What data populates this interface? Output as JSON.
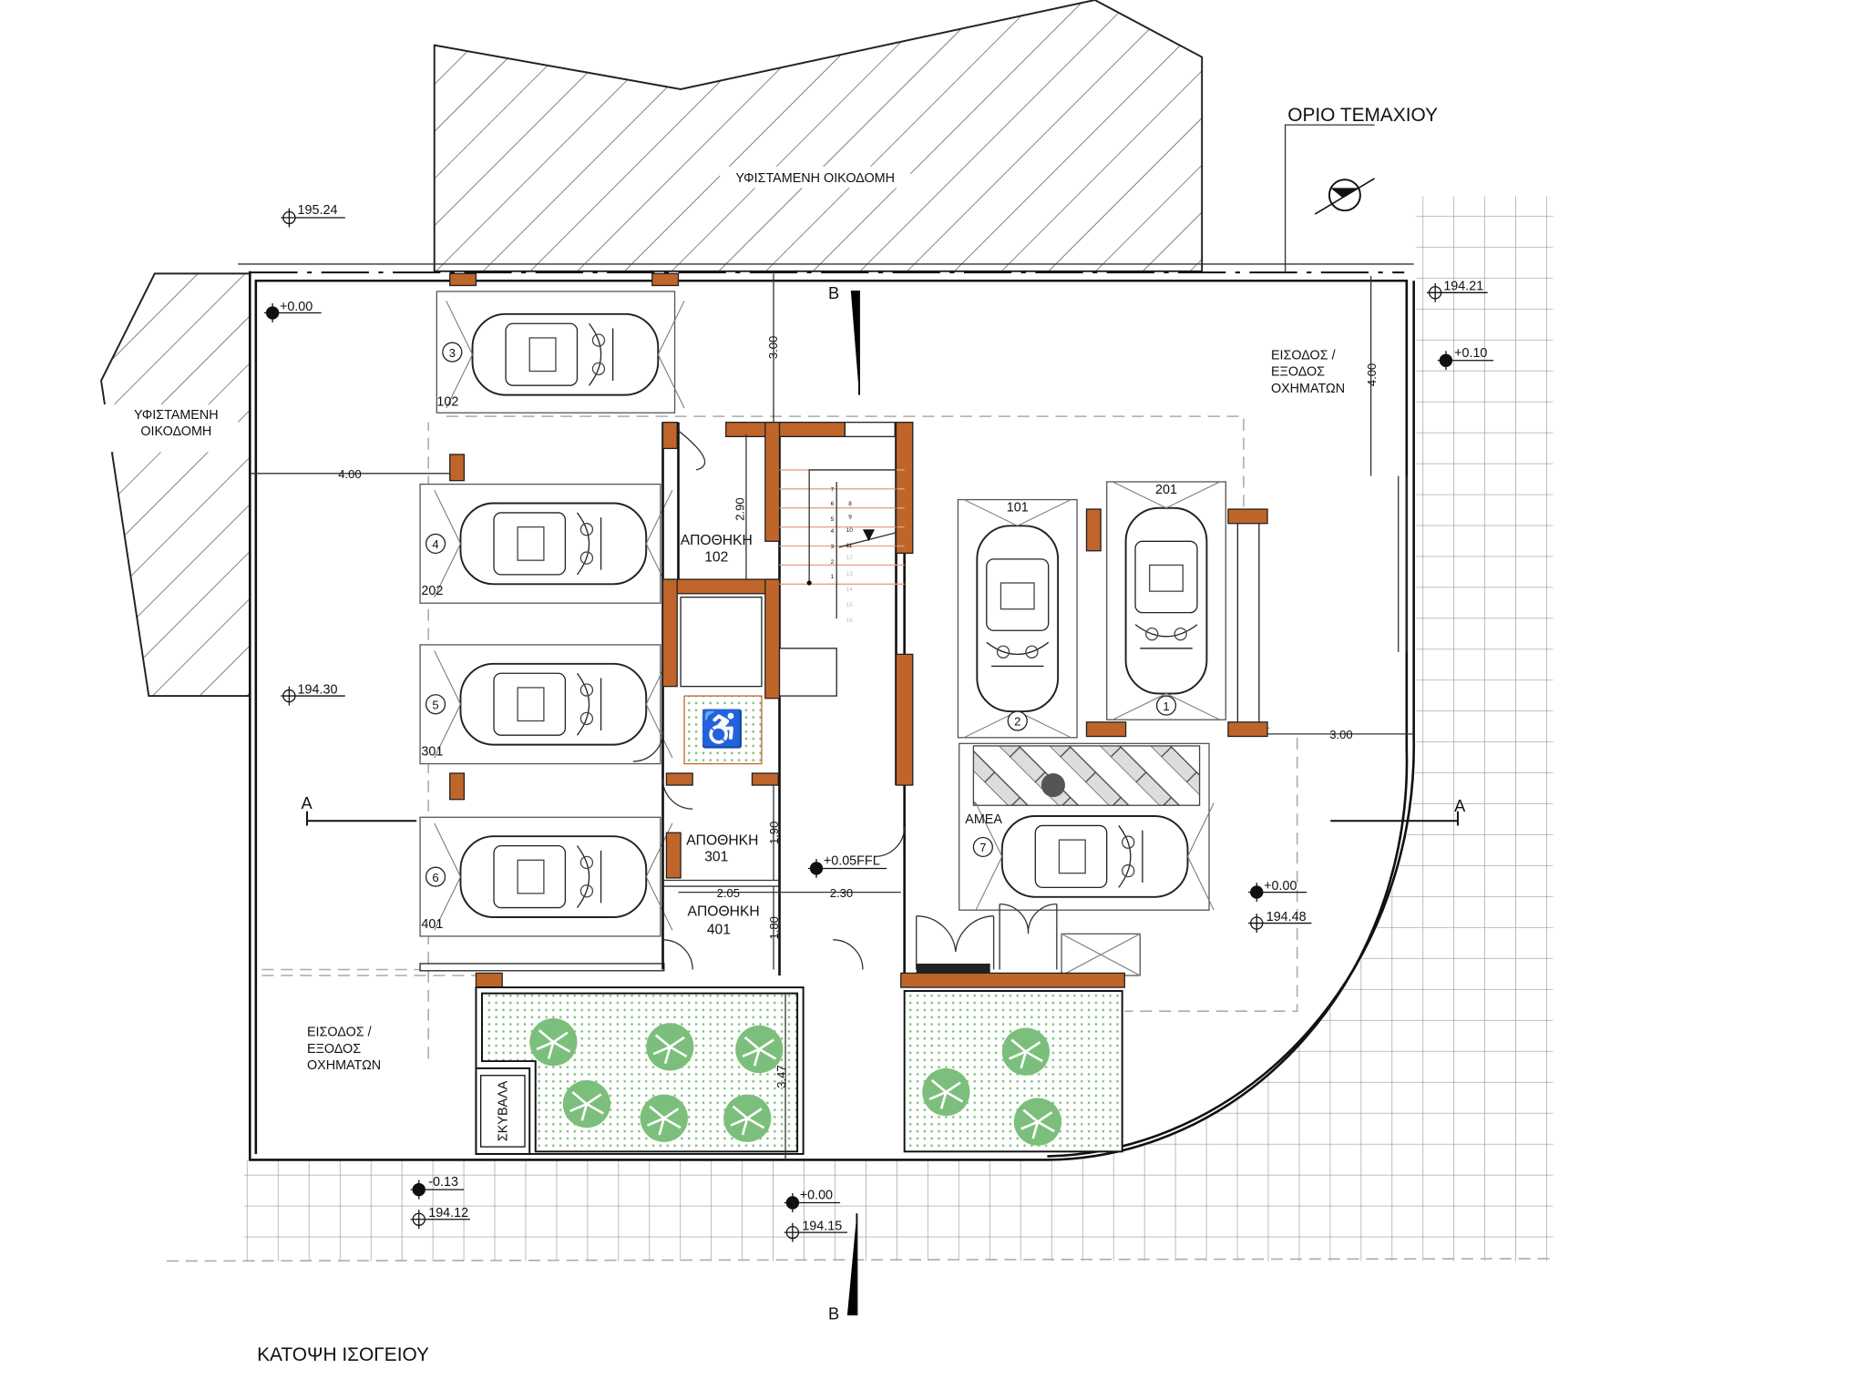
{
  "drawing": {
    "title": "ΚΑΤΟΨΗ ΙΣΟΓΕΙΟΥ",
    "plot_boundary_label": "ΟΡΙΟ ΤΕΜΑΧΙΟΥ",
    "existing_building_top": "ΥΦΙΣΤΑΜΕΝΗ ΟΙΚΟΔΟΜΗ",
    "existing_building_left": [
      "ΥΦΙΣΤΑΜΕΝΗ",
      "ΟΙΚΟΔΟΜΗ"
    ],
    "vehicle_entrance_right": [
      "ΕΙΣΟΔΟΣ /",
      "ΕΞΟΔΟΣ",
      "ΟΧΗΜΑΤΩΝ"
    ],
    "vehicle_entrance_bottom": [
      "ΕΙΣΟΔΟΣ /",
      "ΕΞΟΔΟΣ",
      "ΟΧΗΜΑΤΩΝ"
    ],
    "rubbish_label": "ΣΚΥΒΑΛΑ",
    "disabled_parking_label": "ΑΜΕΑ"
  },
  "rooms": [
    {
      "name": "ΑΠΟΘΗΚΗ",
      "number": "102"
    },
    {
      "name": "ΑΠΟΘΗΚΗ",
      "number": "301"
    },
    {
      "name": "ΑΠΟΘΗΚΗ",
      "number": "401"
    }
  ],
  "parking": [
    {
      "space": "3",
      "unit": "102"
    },
    {
      "space": "4",
      "unit": "202"
    },
    {
      "space": "5",
      "unit": "301"
    },
    {
      "space": "6",
      "unit": "401"
    },
    {
      "space": "2",
      "unit": "101"
    },
    {
      "space": "1",
      "unit": "201"
    },
    {
      "space": "7",
      "unit": ""
    }
  ],
  "levels": {
    "l1": "195.24",
    "l2": "+0.00",
    "l3": "194.21",
    "l4": "+0.10",
    "l5": "194.30",
    "l6": "+0.05FFL",
    "l7": "+0.00",
    "l8": "194.48",
    "l9": "-0.13",
    "l10": "194.12",
    "l11": "+0.00",
    "l12": "194.15"
  },
  "dimensions": {
    "d1": "3.00",
    "d2": "4.00",
    "d3": "4.00",
    "d4": "2.90",
    "d5": "1.90",
    "d6": "2.05",
    "d7": "2.30",
    "d8": "1.80",
    "d9": "3.00",
    "d10": "3.47"
  },
  "section_marks": {
    "a": "A",
    "b": "B"
  },
  "stairs": {
    "flight1": [
      "1",
      "2",
      "3",
      "4",
      "5",
      "6",
      "7"
    ],
    "flight2": [
      "8",
      "9",
      "10",
      "11"
    ],
    "flight2_below": [
      "12",
      "13",
      "14",
      "15",
      "16"
    ]
  },
  "colors": {
    "column": "#c0652a",
    "planting": "#7cbf7c",
    "hatch": "#444444"
  }
}
